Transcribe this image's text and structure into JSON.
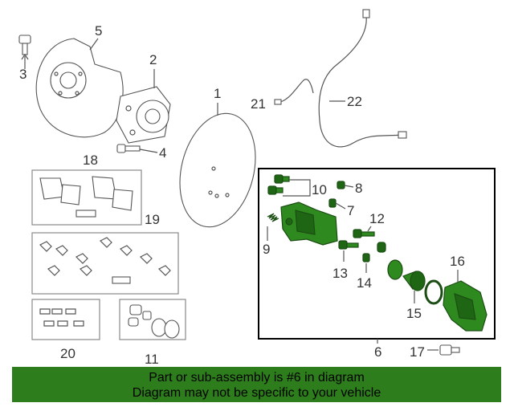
{
  "labels": {
    "p1": "1",
    "p2": "2",
    "p3": "3",
    "p4": "4",
    "p5": "5",
    "p6": "6",
    "p7": "7",
    "p8": "8",
    "p9": "9",
    "p10": "10",
    "p11": "11",
    "p12": "12",
    "p13": "13",
    "p14": "14",
    "p15": "15",
    "p16": "16",
    "p17": "17",
    "p18": "18",
    "p19": "19",
    "p20": "20",
    "p21": "21",
    "p22": "22"
  },
  "banner": {
    "line1": "Part or sub-assembly is #6 in diagram",
    "line2": "Diagram may not be specific to your vehicle",
    "background": "#2d7d1c"
  },
  "colors": {
    "highlight_part": "#2e8a1e",
    "outline": "#555555"
  }
}
